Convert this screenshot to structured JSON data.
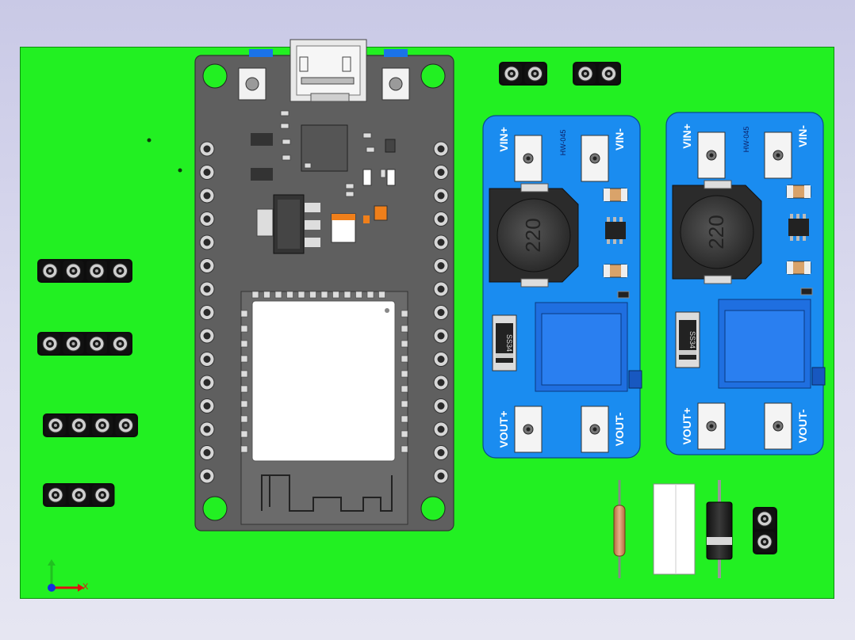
{
  "board": {
    "base_color": "#22f022",
    "esp32_color": "#5f5f5f",
    "module_color": "#1a8cf0"
  },
  "boost_modules": [
    {
      "vin_plus": "VIN+",
      "vin_minus": "VIN-",
      "vout_plus": "VOUT+",
      "vout_minus": "VOUT-",
      "model": "HW-045",
      "inductor": "220",
      "diode": "SS34"
    },
    {
      "vin_plus": "VIN+",
      "vin_minus": "VIN-",
      "vout_plus": "VOUT+",
      "vout_minus": "VOUT-",
      "model": "HW-045",
      "inductor": "220",
      "diode": "SS34"
    }
  ],
  "axis": {
    "x_label": "X",
    "icon": "axis-triad-icon"
  }
}
